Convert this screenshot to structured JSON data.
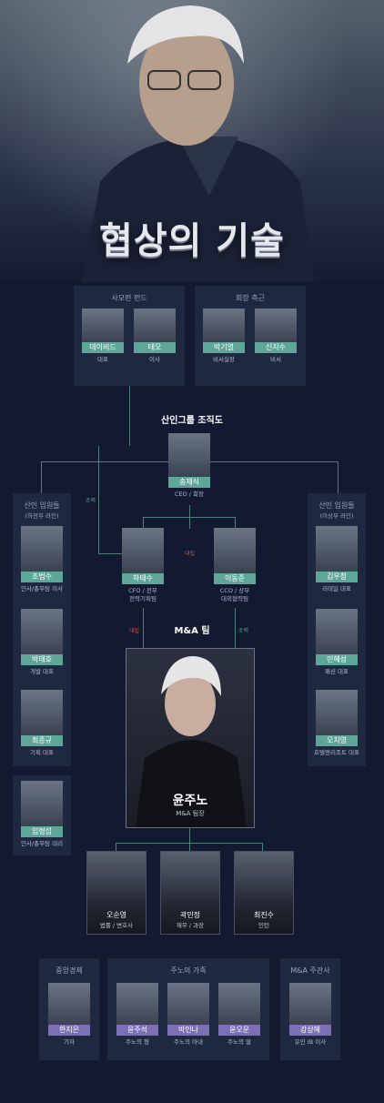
{
  "title": "협상의 기술",
  "colors": {
    "background": "#121931",
    "card": "#1f2841",
    "name_bar": "#5ea798",
    "name_bar_external": "#7d6fb6",
    "line": "#4d7e7a",
    "relation_red": "#d9534f",
    "relation_green": "#5ea798"
  },
  "groups": {
    "sam": {
      "label": "사모펀 펀드",
      "members": [
        {
          "name": "데이비드",
          "role": "대표"
        },
        {
          "name": "테오",
          "role": "이사"
        }
      ]
    },
    "chair": {
      "label": "회장 측근",
      "members": [
        {
          "name": "박기열",
          "role": "비서실장"
        },
        {
          "name": "신지수",
          "role": "비서"
        }
      ]
    },
    "org_title": "산인그룹 조직도",
    "ceo": {
      "name": "송재식",
      "role": "CEO / 회장"
    },
    "left_exec": {
      "label1": "산인 임원들",
      "label2": "(하전무 라인)",
      "members": [
        {
          "name": "조범수",
          "role": "인사/총무팀 이사"
        },
        {
          "name": "박태호",
          "role": "개발 대표"
        },
        {
          "name": "최종규",
          "role": "기획 대표"
        },
        {
          "name": "임형섭",
          "role": "인사/총무팀 대리"
        }
      ]
    },
    "right_exec": {
      "label1": "산인 임원들",
      "label2": "(이상무 라인)",
      "members": [
        {
          "name": "김우청",
          "role": "리테일 대표"
        },
        {
          "name": "민혜성",
          "role": "패션 대표"
        },
        {
          "name": "오치영",
          "role": "호텔앤리조트 대표"
        }
      ]
    },
    "ha": {
      "name": "하태수",
      "role1": "CFO / 전무",
      "role2": "전략기획팀"
    },
    "lee": {
      "name": "이동준",
      "role1": "CCO / 상무",
      "role2": "대외협력팀"
    },
    "relations": {
      "left": "조력",
      "rival": "대립",
      "ma_left": "대립",
      "ma_right": "조력"
    },
    "ma_team": {
      "label": "M&A 팀",
      "leader": {
        "name": "윤주노",
        "role": "M&A 팀장"
      },
      "members": [
        {
          "name": "오순영",
          "role": "법률 / 변호사"
        },
        {
          "name": "곽민정",
          "role": "재무 / 과장"
        },
        {
          "name": "최진수",
          "role": "인턴"
        }
      ]
    },
    "press": {
      "label": "중앙경제",
      "members": [
        {
          "name": "한지은",
          "role": "기자"
        }
      ]
    },
    "family": {
      "label": "주노의 가족",
      "members": [
        {
          "name": "윤주석",
          "role": "주노의 형"
        },
        {
          "name": "박인나",
          "role": "주노의 아내"
        },
        {
          "name": "윤오운",
          "role": "주노의 딸"
        }
      ]
    },
    "partner": {
      "label": "M&A 주관사",
      "members": [
        {
          "name": "강상혜",
          "role": "유민 IB 이사"
        }
      ]
    }
  }
}
